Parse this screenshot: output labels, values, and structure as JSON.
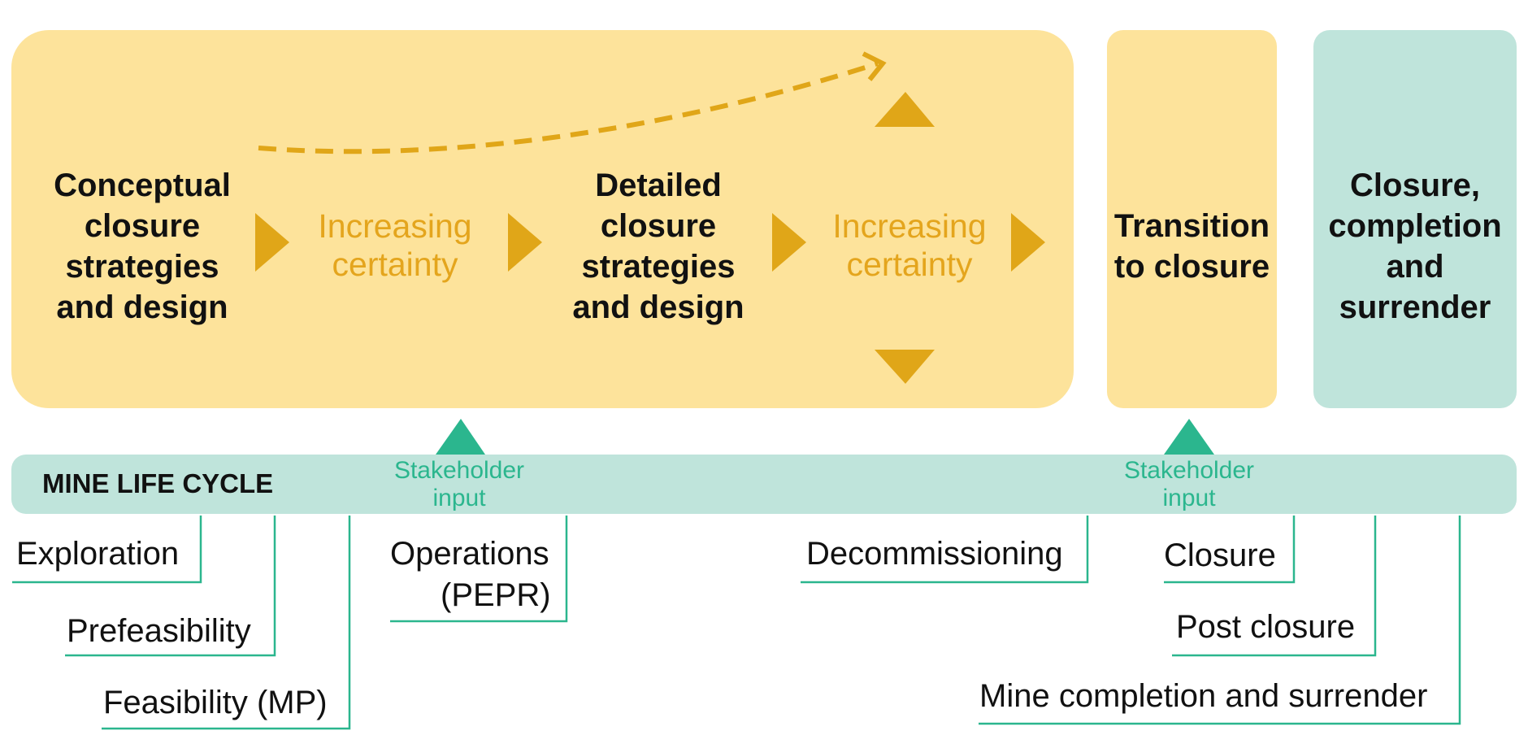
{
  "colors": {
    "planning_bg": "#fde39b",
    "closure_bg": "#bfe4db",
    "accent_gold": "#e0a618",
    "accent_green": "#2bb68e"
  },
  "planning": {
    "conceptual": "Conceptual closure strategies and design",
    "certainty_1": "Increasing certainty",
    "detailed": "Detailed closure strategies and design",
    "certainty_2": "Increasing certainty"
  },
  "transition": "Transition to closure",
  "completion": "Closure, completion and surrender",
  "lifecycle": {
    "label": "MINE LIFE CYCLE",
    "stakeholder_1": "Stakeholder input",
    "stakeholder_2": "Stakeholder input"
  },
  "phases": {
    "exploration": "Exploration",
    "prefeasibility": "Prefeasibility",
    "feasibility": "Feasibility (MP)",
    "operations_1": "Operations",
    "operations_2": "(PEPR)",
    "decommissioning": "Decommissioning",
    "closure": "Closure",
    "post_closure": "Post closure",
    "completion": "Mine completion and surrender"
  }
}
